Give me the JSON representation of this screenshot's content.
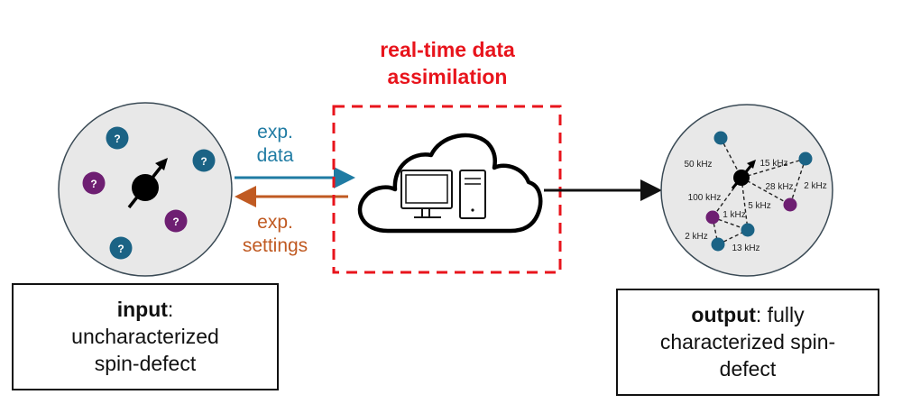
{
  "title": {
    "line1": "real-time data",
    "line2": "assimilation"
  },
  "arrows": {
    "data_label_line1": "exp.",
    "data_label_line2": "data",
    "settings_label_line1": "exp.",
    "settings_label_line2": "settings"
  },
  "input_box": {
    "bold": "input",
    "colon": ":",
    "line2": "uncharacterized",
    "line3": "spin-defect"
  },
  "output_box": {
    "bold": "output",
    "rest": ": fully",
    "line2": "characterized spin-",
    "line3": "defect"
  },
  "input_spin": {
    "unknown_marker": "?",
    "spins": [
      {
        "type": "blue",
        "label": "?"
      },
      {
        "type": "blue",
        "label": "?"
      },
      {
        "type": "purple",
        "label": "?"
      },
      {
        "type": "purple",
        "label": "?"
      },
      {
        "type": "blue",
        "label": "?"
      }
    ]
  },
  "output_spin": {
    "couplings": [
      {
        "label": "50 kHz"
      },
      {
        "label": "15 kHz"
      },
      {
        "label": "28 kHz"
      },
      {
        "label": "2 kHz"
      },
      {
        "label": "100 kHz"
      },
      {
        "label": "5 kHz"
      },
      {
        "label": "1 kHz"
      },
      {
        "label": "2 kHz"
      },
      {
        "label": "13 kHz"
      }
    ]
  },
  "colors": {
    "blue_spin": "#1b6385",
    "purple_spin": "#6e1f72",
    "data_arrow": "#1f7ba3",
    "settings_arrow": "#c05a22",
    "highlight": "#e8141c",
    "circle_fill": "#e8e8e8"
  }
}
